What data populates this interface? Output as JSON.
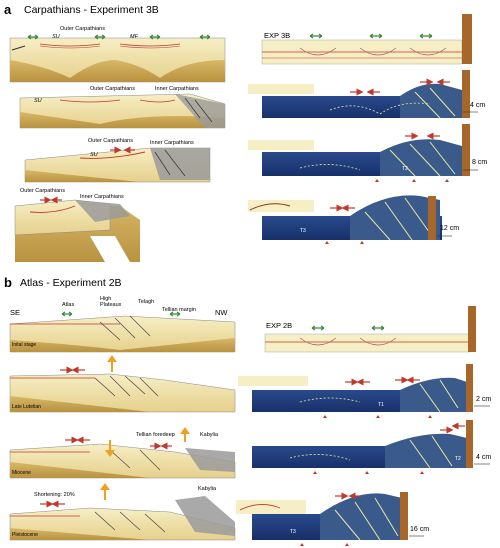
{
  "panel_a": {
    "letter": "a",
    "title": "Carpathians - Experiment 3B",
    "exp_label": "EXP 3B",
    "labels": {
      "outer_carpathians": "Outer Carpathians",
      "inner_carpathians": "Inner Carpathians",
      "su": "SU",
      "mf": "MF",
      "t2": "T2",
      "t3": "T3"
    },
    "shortening": [
      "4 cm",
      "8 cm",
      "12 cm"
    ]
  },
  "panel_b": {
    "letter": "b",
    "title": "Atlas - Experiment 2B",
    "exp_label": "EXP 2B",
    "labels": {
      "se": "SE",
      "nw": "NW",
      "atlas": "Atlas",
      "high_plateaux": "High\nPlateaux",
      "telagh": "Telagh",
      "tellian_margin": "Tellian margin",
      "tellian_foredeep": "Tellian foredeep",
      "kabylia": "Kabylia",
      "shortening_20": "Shortening: 20%",
      "t1": "T1",
      "t2": "T2",
      "t3": "T3"
    },
    "stages": [
      "Inital stage",
      "Late Lutetian",
      "Miocene",
      "Pleistocene"
    ],
    "shortening": [
      "2 cm",
      "4 cm",
      "16 cm"
    ]
  },
  "colors": {
    "sand": "#f1e6b4",
    "sand_dark": "#d9c27a",
    "basement": "#c9a75a",
    "silicone": "#1f3b7a",
    "piston": "#a8672a",
    "red_line": "#c0392b",
    "green_arrow": "#3a8a3a",
    "red_arrow": "#c0392b",
    "orange_arrow": "#f0a020",
    "grey_wedge": "#9a9a9a"
  }
}
